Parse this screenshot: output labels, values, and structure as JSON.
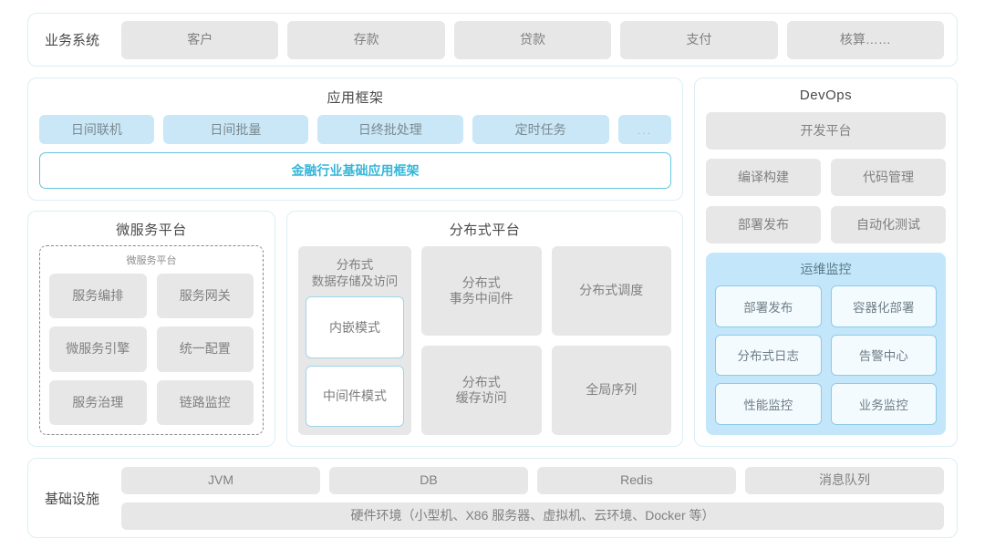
{
  "business_systems": {
    "label": "业务系统",
    "items": [
      "客户",
      "存款",
      "贷款",
      "支付",
      "核算……"
    ]
  },
  "app_framework": {
    "title": "应用框架",
    "items": [
      "日间联机",
      "日间批量",
      "日终批处理",
      "定时任务",
      "..."
    ],
    "band_label": "金融行业基础应用框架"
  },
  "microservice_platform": {
    "title": "微服务平台",
    "inner_title": "微服务平台",
    "items": [
      "服务编排",
      "服务网关",
      "微服务引擎",
      "统一配置",
      "服务治理",
      "链路监控"
    ]
  },
  "distributed_platform": {
    "title": "分布式平台",
    "storage_card": {
      "title": "分布式\n数据存储及访问",
      "modes": [
        "内嵌模式",
        "中间件模式"
      ]
    },
    "cards": [
      "分布式\n事务中间件",
      "分布式调度",
      "分布式\n缓存访问",
      "全局序列"
    ]
  },
  "devops": {
    "title": "DevOps",
    "platform": "开发平台",
    "items": [
      "编译构建",
      "代码管理",
      "部署发布",
      "自动化测试"
    ],
    "ops_monitor": {
      "title": "运维监控",
      "items": [
        "部署发布",
        "容器化部署",
        "分布式日志",
        "告警中心",
        "性能监控",
        "业务监控"
      ]
    }
  },
  "infrastructure": {
    "label": "基础设施",
    "items": [
      "JVM",
      "DB",
      "Redis",
      "消息队列"
    ],
    "hardware": "硬件环境（小型机、X86 服务器、虚拟机、云环境、Docker 等）"
  },
  "colors": {
    "panel_border": "#dbeef5",
    "chip_gray": "#e7e7e7",
    "chip_blue": "#c9e7f7",
    "accent_cyan": "#35b6d8",
    "ops_blue": "#c3e6fa"
  }
}
